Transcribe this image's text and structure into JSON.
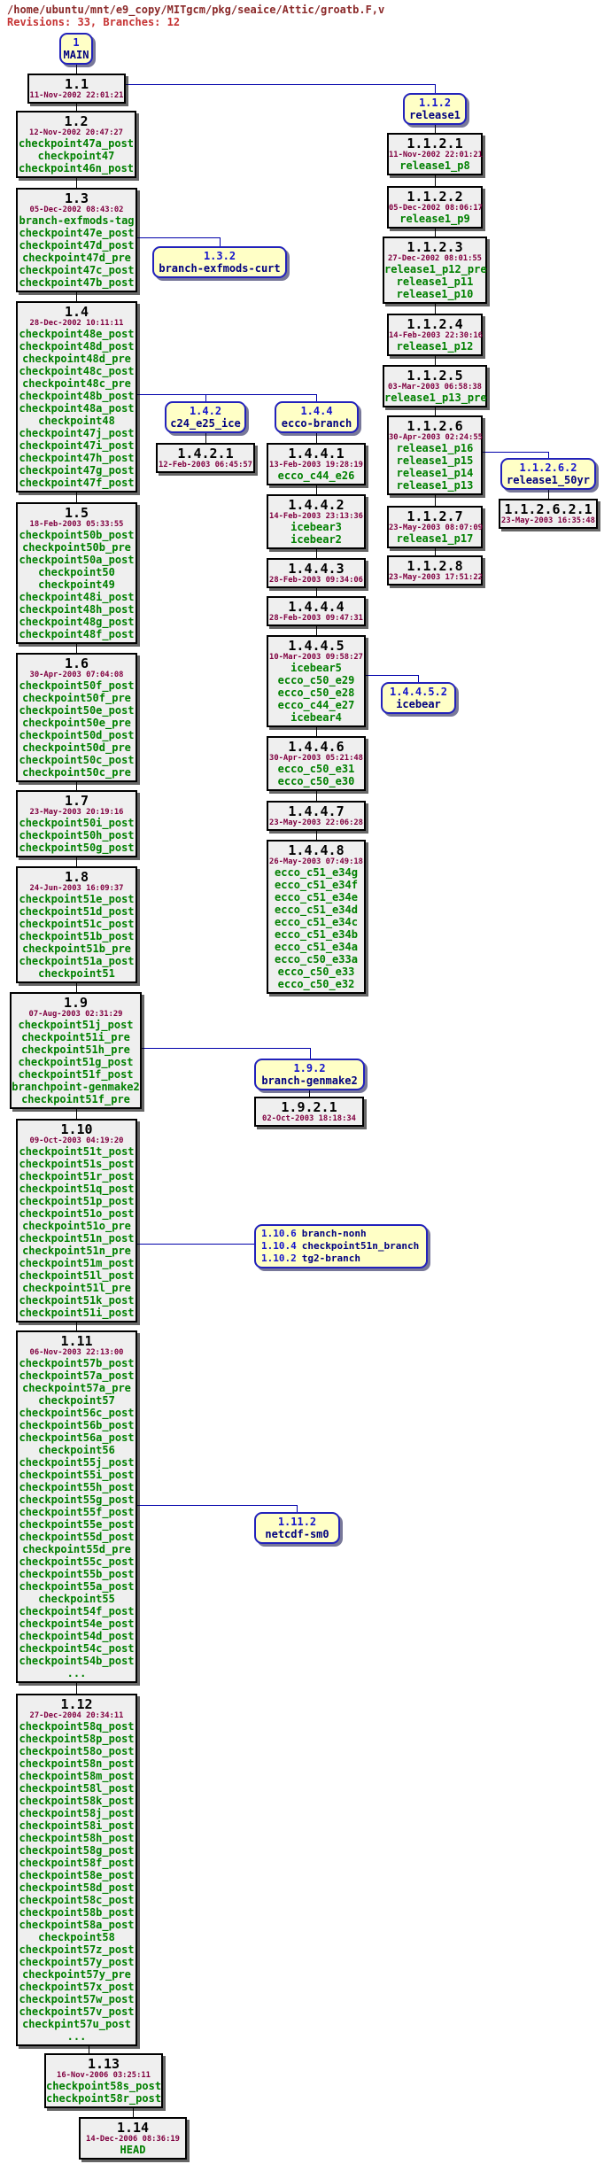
{
  "header": {
    "path": "/home/ubuntu/mnt/e9_copy/MITgcm/pkg/seaice/Attic/groatb.F,v",
    "summary": "Revisions: 33, Branches: 12"
  },
  "colors": {
    "tag_green": "#008000",
    "date_maroon": "#800040",
    "branch_blue": "#1515cc",
    "branch_name_navy": "#000080",
    "branch_line_blue": "#0000aa",
    "box_fill": "#efefef",
    "node_fill": "#ffffc6",
    "header_red": "#c63333"
  },
  "revisions": [
    {
      "rev": "1.1",
      "date": "11-Nov-2002 22:01:21",
      "tags": []
    },
    {
      "rev": "1.2",
      "date": "12-Nov-2002 20:47:27",
      "tags": [
        "checkpoint47a_post",
        "checkpoint47",
        "checkpoint46n_post"
      ]
    },
    {
      "rev": "1.3",
      "date": "05-Dec-2002 08:43:02",
      "tags": [
        "branch-exfmods-tag",
        "checkpoint47e_post",
        "checkpoint47d_post",
        "checkpoint47d_pre",
        "checkpoint47c_post",
        "checkpoint47b_post"
      ]
    },
    {
      "rev": "1.4",
      "date": "28-Dec-2002 10:11:11",
      "tags": [
        "checkpoint48e_post",
        "checkpoint48d_post",
        "checkpoint48d_pre",
        "checkpoint48c_post",
        "checkpoint48c_pre",
        "checkpoint48b_post",
        "checkpoint48a_post",
        "checkpoint48",
        "checkpoint47j_post",
        "checkpoint47i_post",
        "checkpoint47h_post",
        "checkpoint47g_post",
        "checkpoint47f_post"
      ]
    },
    {
      "rev": "1.5",
      "date": "18-Feb-2003 05:33:55",
      "tags": [
        "checkpoint50b_post",
        "checkpoint50b_pre",
        "checkpoint50a_post",
        "checkpoint50",
        "checkpoint49",
        "checkpoint48i_post",
        "checkpoint48h_post",
        "checkpoint48g_post",
        "checkpoint48f_post"
      ]
    },
    {
      "rev": "1.6",
      "date": "30-Apr-2003 07:04:08",
      "tags": [
        "checkpoint50f_post",
        "checkpoint50f_pre",
        "checkpoint50e_post",
        "checkpoint50e_pre",
        "checkpoint50d_post",
        "checkpoint50d_pre",
        "checkpoint50c_post",
        "checkpoint50c_pre"
      ]
    },
    {
      "rev": "1.7",
      "date": "23-May-2003 20:19:16",
      "tags": [
        "checkpoint50i_post",
        "checkpoint50h_post",
        "checkpoint50g_post"
      ]
    },
    {
      "rev": "1.8",
      "date": "24-Jun-2003 16:09:37",
      "tags": [
        "checkpoint51e_post",
        "checkpoint51d_post",
        "checkpoint51c_post",
        "checkpoint51b_post",
        "checkpoint51b_pre",
        "checkpoint51a_post",
        "checkpoint51"
      ]
    },
    {
      "rev": "1.9",
      "date": "07-Aug-2003 02:31:29",
      "tags": [
        "checkpoint51j_post",
        "checkpoint51i_pre",
        "checkpoint51h_pre",
        "checkpoint51g_post",
        "checkpoint51f_post",
        "branchpoint-genmake2",
        "checkpoint51f_pre"
      ]
    },
    {
      "rev": "1.10",
      "date": "09-Oct-2003 04:19:20",
      "tags": [
        "checkpoint51t_post",
        "checkpoint51s_post",
        "checkpoint51r_post",
        "checkpoint51q_post",
        "checkpoint51p_post",
        "checkpoint51o_post",
        "checkpoint51o_pre",
        "checkpoint51n_post",
        "checkpoint51n_pre",
        "checkpoint51m_post",
        "checkpoint51l_post",
        "checkpoint51l_pre",
        "checkpoint51k_post",
        "checkpoint51i_post"
      ]
    },
    {
      "rev": "1.11",
      "date": "06-Nov-2003 22:13:00",
      "tags": [
        "checkpoint57b_post",
        "checkpoint57a_post",
        "checkpoint57a_pre",
        "checkpoint57",
        "checkpoint56c_post",
        "checkpoint56b_post",
        "checkpoint56a_post",
        "checkpoint56",
        "checkpoint55j_post",
        "checkpoint55i_post",
        "checkpoint55h_post",
        "checkpoint55g_post",
        "checkpoint55f_post",
        "checkpoint55e_post",
        "checkpoint55d_post",
        "checkpoint55d_pre",
        "checkpoint55c_post",
        "checkpoint55b_post",
        "checkpoint55a_post",
        "checkpoint55",
        "checkpoint54f_post",
        "checkpoint54e_post",
        "checkpoint54d_post",
        "checkpoint54c_post",
        "checkpoint54b_post",
        "..."
      ]
    },
    {
      "rev": "1.12",
      "date": "27-Dec-2004 20:34:11",
      "tags": [
        "checkpoint58q_post",
        "checkpoint58p_post",
        "checkpoint58o_post",
        "checkpoint58n_post",
        "checkpoint58m_post",
        "checkpoint58l_post",
        "checkpoint58k_post",
        "checkpoint58j_post",
        "checkpoint58i_post",
        "checkpoint58h_post",
        "checkpoint58g_post",
        "checkpoint58f_post",
        "checkpoint58e_post",
        "checkpoint58d_post",
        "checkpoint58c_post",
        "checkpoint58b_post",
        "checkpoint58a_post",
        "checkpoint58",
        "checkpoint57z_post",
        "checkpoint57y_post",
        "checkpoint57y_pre",
        "checkpoint57x_post",
        "checkpoint57w_post",
        "checkpoint57v_post",
        "checkpint57u_post",
        "..."
      ]
    },
    {
      "rev": "1.13",
      "date": "16-Nov-2006 03:25:11",
      "tags": [
        "checkpoint58s_post",
        "checkpoint58r_post"
      ]
    },
    {
      "rev": "1.14",
      "date": "14-Dec-2006 08:36:19",
      "tags": [
        "HEAD"
      ]
    },
    {
      "rev": "1.1.2.1",
      "date": "11-Nov-2002 22:01:21",
      "tags": [
        "release1_p8"
      ]
    },
    {
      "rev": "1.1.2.2",
      "date": "05-Dec-2002 08:06:17",
      "tags": [
        "release1_p9"
      ]
    },
    {
      "rev": "1.1.2.3",
      "date": "27-Dec-2002 08:01:55",
      "tags": [
        "release1_p12_pre",
        "release1_p11",
        "release1_p10"
      ]
    },
    {
      "rev": "1.1.2.4",
      "date": "14-Feb-2003 22:30:16",
      "tags": [
        "release1_p12"
      ]
    },
    {
      "rev": "1.1.2.5",
      "date": "03-Mar-2003 06:58:38",
      "tags": [
        "release1_p13_pre"
      ]
    },
    {
      "rev": "1.1.2.6",
      "date": "30-Apr-2003 02:24:55",
      "tags": [
        "release1_p16",
        "release1_p15",
        "release1_p14",
        "release1_p13"
      ]
    },
    {
      "rev": "1.1.2.7",
      "date": "23-May-2003 08:07:09",
      "tags": [
        "release1_p17"
      ]
    },
    {
      "rev": "1.1.2.8",
      "date": "23-May-2003 17:51:22",
      "tags": []
    },
    {
      "rev": "1.1.2.6.2.1",
      "date": "23-May-2003 16:35:48",
      "tags": []
    },
    {
      "rev": "1.4.2.1",
      "date": "12-Feb-2003 06:45:57",
      "tags": []
    },
    {
      "rev": "1.4.4.1",
      "date": "13-Feb-2003 19:28:19",
      "tags": [
        "ecco_c44_e26"
      ]
    },
    {
      "rev": "1.4.4.2",
      "date": "14-Feb-2003 23:13:36",
      "tags": [
        "icebear3",
        "icebear2"
      ]
    },
    {
      "rev": "1.4.4.3",
      "date": "28-Feb-2003 09:34:06",
      "tags": []
    },
    {
      "rev": "1.4.4.4",
      "date": "28-Feb-2003 09:47:31",
      "tags": []
    },
    {
      "rev": "1.4.4.5",
      "date": "10-Mar-2003 09:58:27",
      "tags": [
        "icebear5",
        "ecco_c50_e29",
        "ecco_c50_e28",
        "ecco_c44_e27",
        "icebear4"
      ]
    },
    {
      "rev": "1.4.4.6",
      "date": "30-Apr-2003 05:21:48",
      "tags": [
        "ecco_c50_e31",
        "ecco_c50_e30"
      ]
    },
    {
      "rev": "1.4.4.7",
      "date": "23-May-2003 22:06:28",
      "tags": []
    },
    {
      "rev": "1.4.4.8",
      "date": "26-May-2003 07:49:18",
      "tags": [
        "ecco_c51_e34g",
        "ecco_c51_e34f",
        "ecco_c51_e34e",
        "ecco_c51_e34d",
        "ecco_c51_e34c",
        "ecco_c51_e34b",
        "ecco_c51_e34a",
        "ecco_c50_e33a",
        "ecco_c50_e33",
        "ecco_c50_e32"
      ]
    },
    {
      "rev": "1.9.2.1",
      "date": "02-Oct-2003 18:18:34",
      "tags": []
    }
  ],
  "branch_nodes": [
    {
      "entries": [
        {
          "rev": "1",
          "name": "MAIN"
        }
      ]
    },
    {
      "entries": [
        {
          "rev": "1.1.2",
          "name": "release1"
        }
      ]
    },
    {
      "entries": [
        {
          "rev": "1.3.2",
          "name": "branch-exfmods-curt"
        }
      ]
    },
    {
      "entries": [
        {
          "rev": "1.4.2",
          "name": "c24_e25_ice"
        }
      ]
    },
    {
      "entries": [
        {
          "rev": "1.4.4",
          "name": "ecco-branch"
        }
      ]
    },
    {
      "entries": [
        {
          "rev": "1.1.2.6.2",
          "name": "release1_50yr"
        }
      ]
    },
    {
      "entries": [
        {
          "rev": "1.4.4.5.2",
          "name": "icebear"
        }
      ]
    },
    {
      "entries": [
        {
          "rev": "1.9.2",
          "name": "branch-genmake2"
        }
      ]
    },
    {
      "entries": [
        {
          "rev": "1.10.6",
          "name": "branch-nonh"
        },
        {
          "rev": "1.10.4",
          "name": "checkpoint51n_branch"
        },
        {
          "rev": "1.10.2",
          "name": "tg2-branch"
        }
      ]
    },
    {
      "entries": [
        {
          "rev": "1.11.2",
          "name": "netcdf-sm0"
        }
      ]
    }
  ]
}
